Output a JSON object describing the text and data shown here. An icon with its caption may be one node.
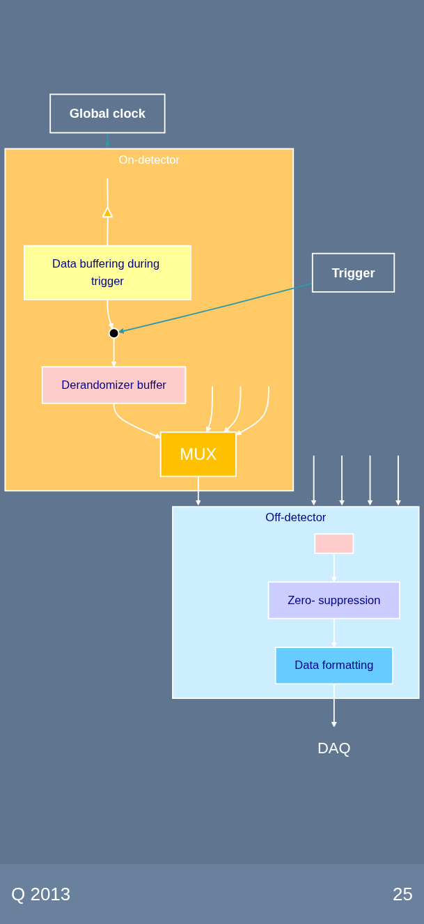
{
  "diagram": {
    "nodes": [
      {
        "text": [
          "On-detector"
        ]
      },
      {
        "text": [],
        "shape": "triangle",
        "in": 0
      },
      {
        "text": [
          "Data buffering during trigger"
        ],
        "in": 0
      },
      {
        "text": [],
        "shape": "circle",
        "in": 0
      },
      {
        "text": [
          "Derandomizer buffer"
        ],
        "in": 0
      },
      {
        "text": [
          "MUX"
        ],
        "in": 0
      },
      {
        "text": [
          "Off-detector"
        ]
      },
      {
        "text": [],
        "shape": "box",
        "in": 6
      },
      {
        "text": [
          "Zero- suppression"
        ],
        "in": 6
      },
      {
        "text": [
          "Data formatting"
        ],
        "in": 6
      },
      {
        "text": [
          "DAQ"
        ]
      },
      {
        "text": [
          "Global clock"
        ]
      },
      {
        "text": [
          "Trigger"
        ]
      }
    ],
    "edges": [
      {
        "from": null,
        "to": 1,
        "arrow": "none"
      },
      {
        "from": 1,
        "to": 2,
        "arrow": "none"
      },
      {
        "from": 2,
        "to": 3,
        "arrow": "to"
      },
      {
        "from": 3,
        "to": 4,
        "arrow": "to"
      },
      {
        "from": 4,
        "to": 5,
        "arrow": "to"
      },
      {
        "from": null,
        "to": 5,
        "arrow": "to"
      },
      {
        "from": null,
        "to": 5,
        "arrow": "to"
      },
      {
        "from": null,
        "to": 5,
        "arrow": "to"
      },
      {
        "from": 11,
        "to": 0,
        "arrow": "to",
        "color": "#2e9aa8"
      },
      {
        "from": 12,
        "to": 3,
        "arrow": "to",
        "color": "#2e9aa8"
      },
      {
        "from": 5,
        "to": 6,
        "arrow": "to"
      },
      {
        "from": null,
        "to": 6,
        "arrow": "to"
      },
      {
        "from": null,
        "to": 6,
        "arrow": "to"
      },
      {
        "from": null,
        "to": 6,
        "arrow": "to"
      },
      {
        "from": null,
        "to": 6,
        "arrow": "to"
      },
      {
        "from": 7,
        "to": 8,
        "arrow": "to"
      },
      {
        "from": 8,
        "to": 9,
        "arrow": "to"
      },
      {
        "from": 9,
        "to": 10,
        "arrow": "to"
      }
    ],
    "labels": [
      "Q 2013",
      "25"
    ]
  }
}
